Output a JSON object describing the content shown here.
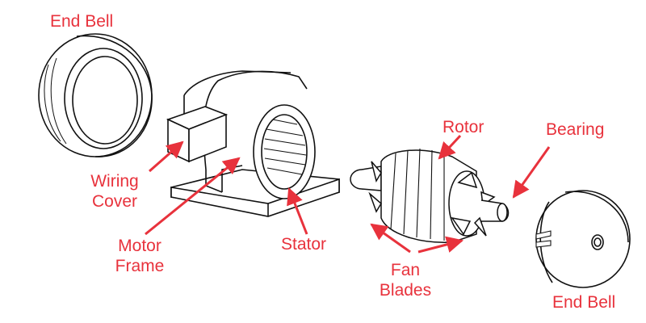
{
  "labels": {
    "end_bell_left": "End Bell",
    "wiring_cover": [
      "Wiring",
      "Cover"
    ],
    "motor_frame": [
      "Motor",
      "Frame"
    ],
    "stator": "Stator",
    "rotor": "Rotor",
    "bearing": "Bearing",
    "fan_blades": [
      "Fan",
      "Blades"
    ],
    "end_bell_right": "End Bell"
  },
  "colors": {
    "label": "#e8323c",
    "line": "#111111",
    "fill": "#ffffff"
  }
}
